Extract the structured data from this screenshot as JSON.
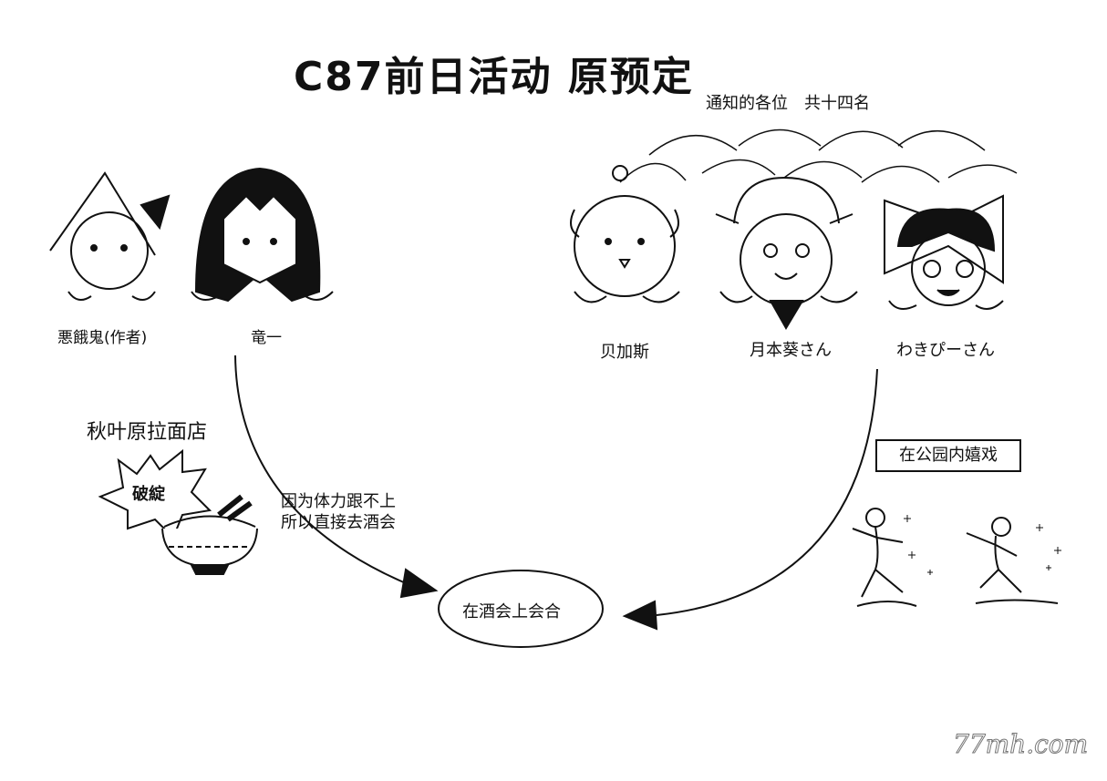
{
  "title": "C87前日活动  原预定",
  "subtitle": "通知的各位　共十四名",
  "characters": [
    {
      "name": "悪餓鬼(作者)"
    },
    {
      "name": "竜一"
    },
    {
      "name": "贝加斯"
    },
    {
      "name": "月本葵さん"
    },
    {
      "name": "わきぴーさん"
    }
  ],
  "left_branch": {
    "place": "秋叶原拉面店",
    "burst_text": "破綻",
    "reason_line1": "因为体力跟不上",
    "reason_line2": "所以直接去酒会"
  },
  "right_branch": {
    "activity": "在公园内嬉戏"
  },
  "meeting_point": "在酒会上会合",
  "watermark": "77mh.com"
}
